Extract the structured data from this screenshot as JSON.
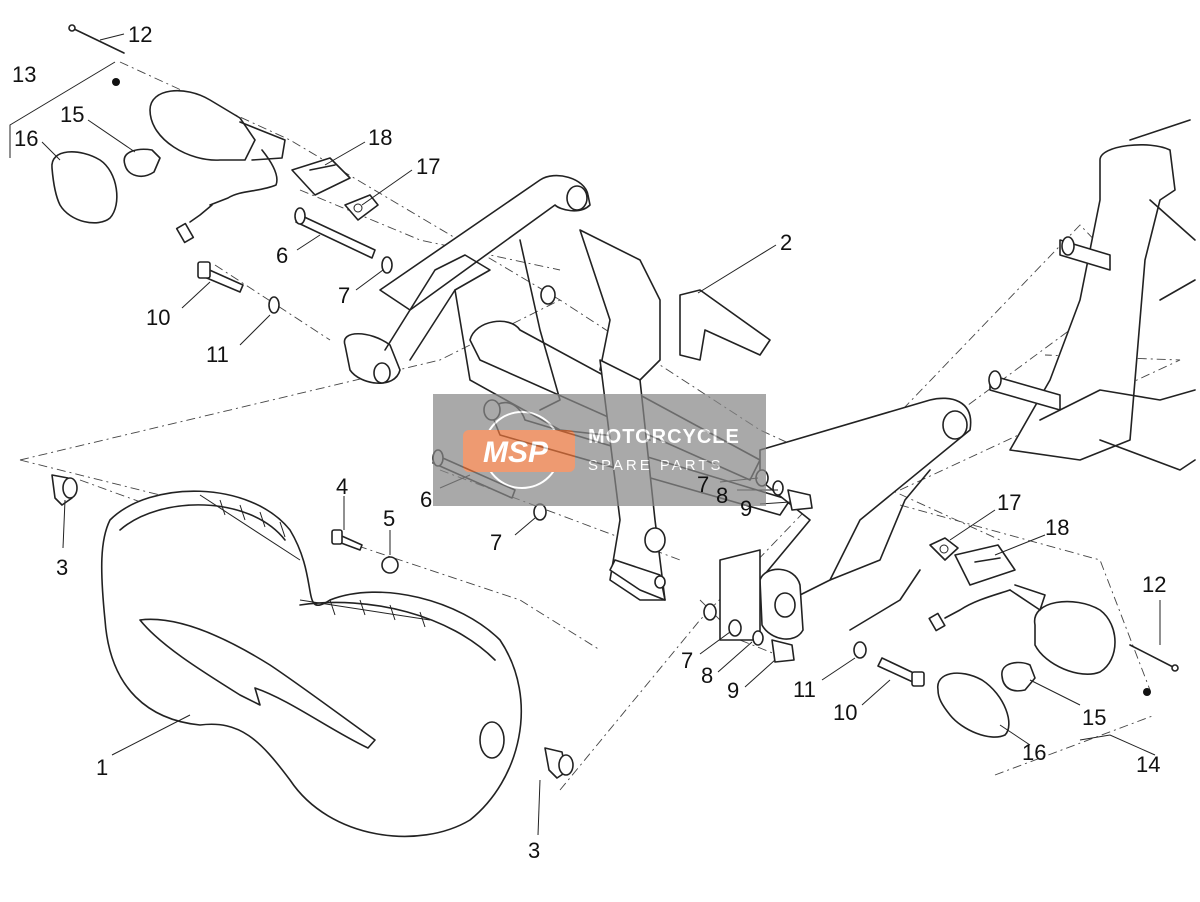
{
  "watermark": {
    "logo": "MSP",
    "line1": "MOTORCYCLE",
    "line2": "SPARE PARTS",
    "accent_color": "#e8743b"
  },
  "callouts": [
    {
      "id": "c12a",
      "label": "12"
    },
    {
      "id": "c13",
      "label": "13"
    },
    {
      "id": "c15a",
      "label": "15"
    },
    {
      "id": "c16a",
      "label": "16"
    },
    {
      "id": "c18a",
      "label": "18"
    },
    {
      "id": "c17a",
      "label": "17"
    },
    {
      "id": "c6a",
      "label": "6"
    },
    {
      "id": "c7a",
      "label": "7"
    },
    {
      "id": "c10a",
      "label": "10"
    },
    {
      "id": "c11a",
      "label": "11"
    },
    {
      "id": "c2",
      "label": "2"
    },
    {
      "id": "c3a",
      "label": "3"
    },
    {
      "id": "c4",
      "label": "4"
    },
    {
      "id": "c5",
      "label": "5"
    },
    {
      "id": "c6b",
      "label": "6"
    },
    {
      "id": "c7b",
      "label": "7"
    },
    {
      "id": "c7c",
      "label": "7"
    },
    {
      "id": "c8a",
      "label": "8"
    },
    {
      "id": "c9a",
      "label": "9"
    },
    {
      "id": "c17b",
      "label": "17"
    },
    {
      "id": "c18b",
      "label": "18"
    },
    {
      "id": "c12b",
      "label": "12"
    },
    {
      "id": "c7d",
      "label": "7"
    },
    {
      "id": "c8b",
      "label": "8"
    },
    {
      "id": "c9b",
      "label": "9"
    },
    {
      "id": "c11b",
      "label": "11"
    },
    {
      "id": "c10b",
      "label": "10"
    },
    {
      "id": "c15b",
      "label": "15"
    },
    {
      "id": "c16b",
      "label": "16"
    },
    {
      "id": "c14",
      "label": "14"
    },
    {
      "id": "c1",
      "label": "1"
    },
    {
      "id": "c3b",
      "label": "3"
    }
  ]
}
